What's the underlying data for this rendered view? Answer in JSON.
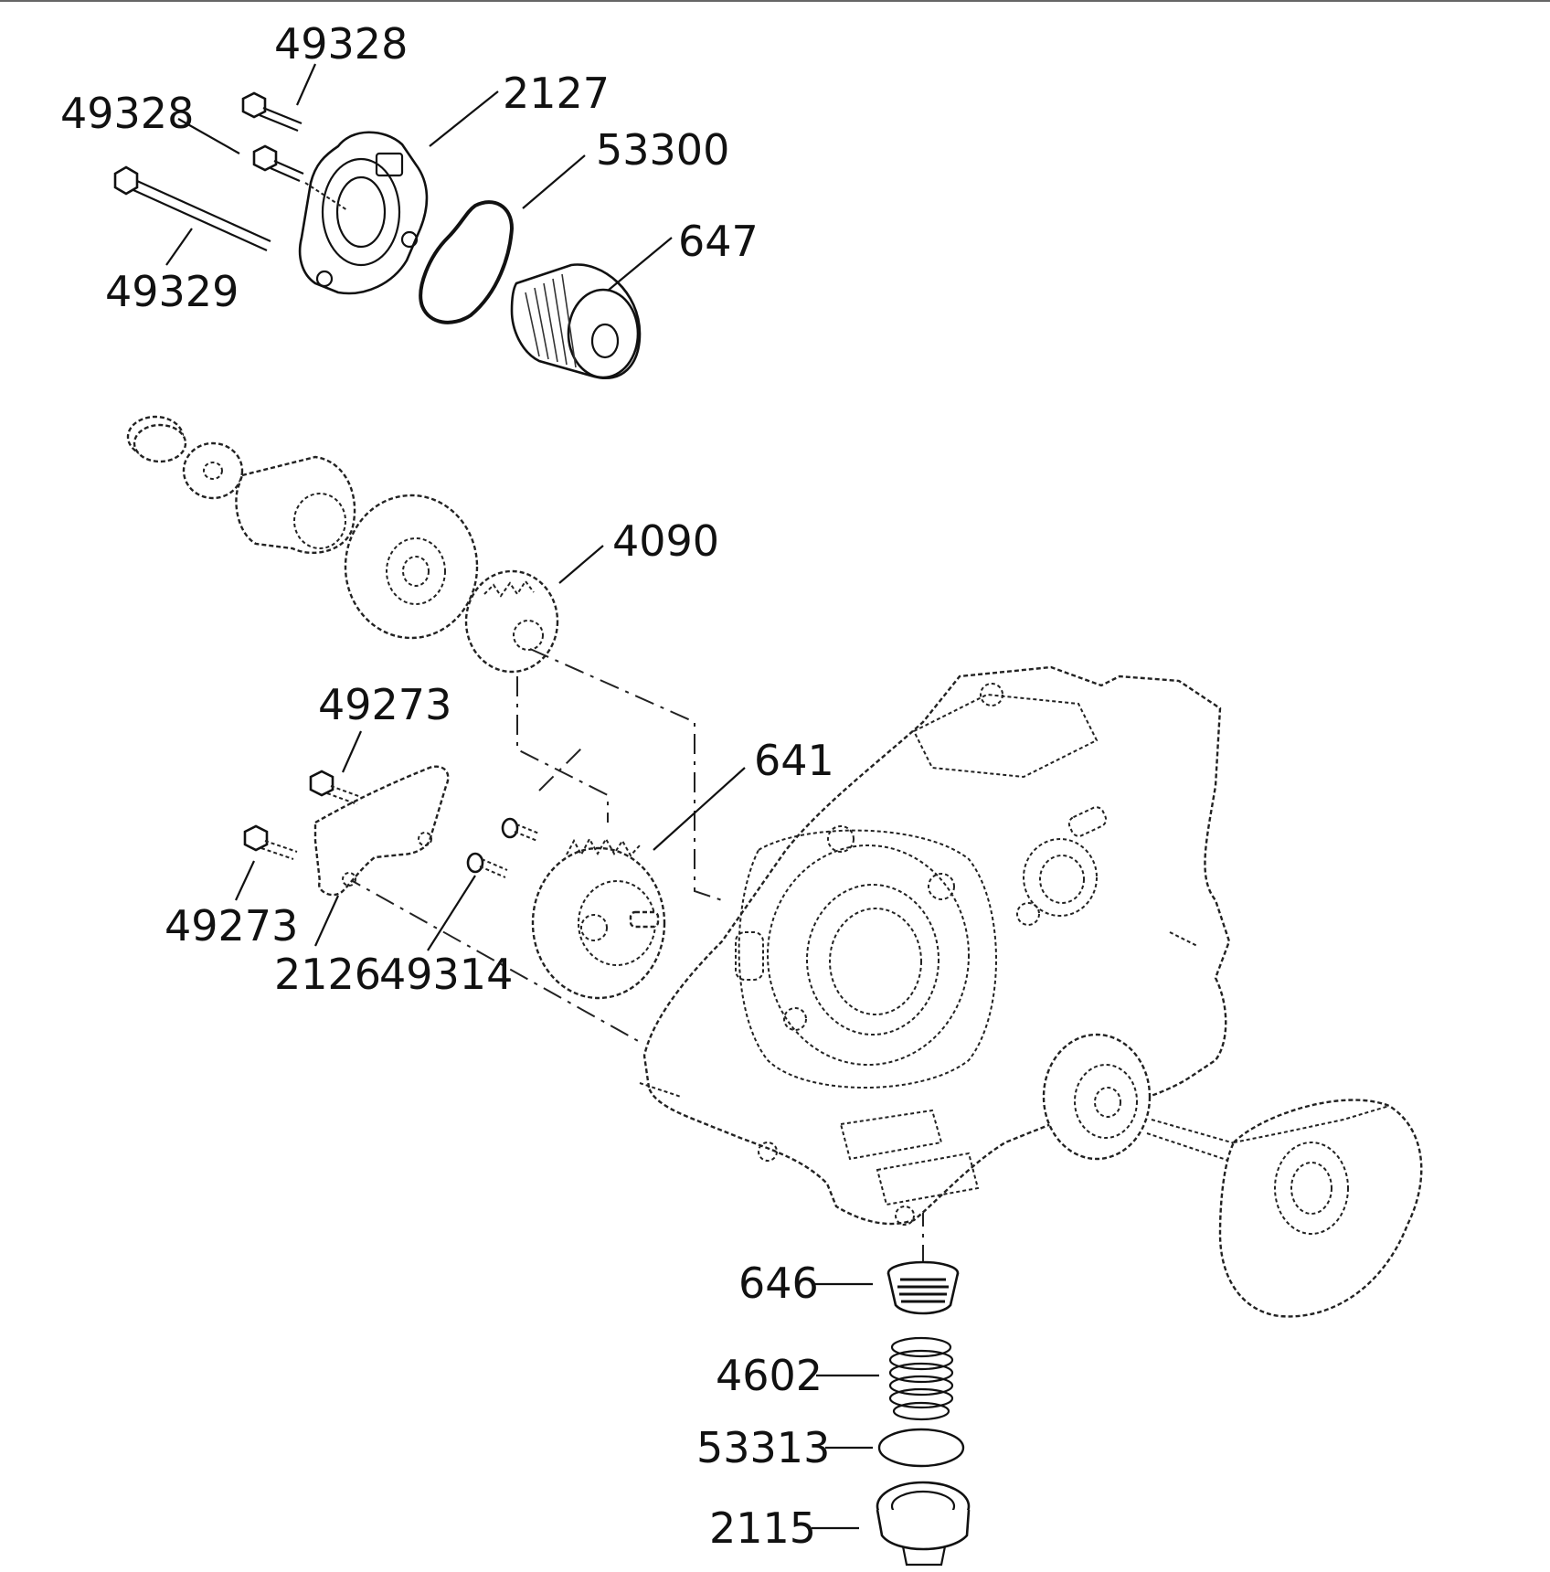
{
  "diagram": {
    "callouts": [
      {
        "id": "49328-top",
        "label": "49328"
      },
      {
        "id": "49328-left",
        "label": "49328"
      },
      {
        "id": "2127",
        "label": "2127"
      },
      {
        "id": "53300",
        "label": "53300"
      },
      {
        "id": "647",
        "label": "647"
      },
      {
        "id": "49329",
        "label": "49329"
      },
      {
        "id": "4090",
        "label": "4090"
      },
      {
        "id": "49273-top",
        "label": "49273"
      },
      {
        "id": "641",
        "label": "641"
      },
      {
        "id": "49273-bottom",
        "label": "49273"
      },
      {
        "id": "2126",
        "label": "2126"
      },
      {
        "id": "49314",
        "label": "49314"
      },
      {
        "id": "646",
        "label": "646"
      },
      {
        "id": "4602",
        "label": "4602"
      },
      {
        "id": "53313",
        "label": "53313"
      },
      {
        "id": "2115",
        "label": "2115"
      }
    ]
  }
}
